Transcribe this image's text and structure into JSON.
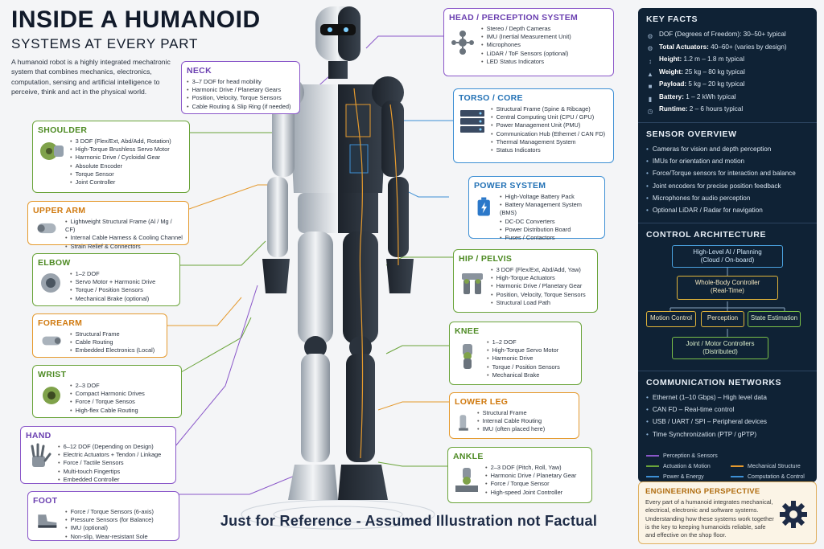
{
  "header": {
    "title": "INSIDE A HUMANOID",
    "subtitle": "SYSTEMS AT EVERY PART",
    "intro": "A humanoid robot is a highly integrated mechatronic system that combines mechanics, electronics, computation, sensing and artificial intelligence to perceive, think and act in the physical world."
  },
  "left_cards": [
    {
      "title": "NECK",
      "items": [
        "3–7 DOF for head mobility",
        "Harmonic Drive / Planetary Gears",
        "Position, Velocity, Torque Sensors",
        "Cable Routing & Slip Ring (if needed)"
      ]
    },
    {
      "title": "SHOULDER",
      "items": [
        "3 DOF (Flex/Ext, Abd/Add, Rotation)",
        "High-Torque Brushless Servo Motor",
        "Harmonic Drive / Cycloidal Gear",
        "Absolute Encoder",
        "Torque Sensor",
        "Joint Controller"
      ]
    },
    {
      "title": "UPPER ARM",
      "items": [
        "Lightweight Structural Frame (Al / Mg / CF)",
        "Internal Cable Harness & Cooling Channel",
        "Strain Relief & Connectors"
      ]
    },
    {
      "title": "ELBOW",
      "items": [
        "1–2 DOF",
        "Servo Motor + Harmonic Drive",
        "Torque / Position Sensors",
        "Mechanical Brake (optional)"
      ]
    },
    {
      "title": "FOREARM",
      "items": [
        "Structural Frame",
        "Cable Routing",
        "Embedded Electronics (Local)"
      ]
    },
    {
      "title": "WRIST",
      "items": [
        "2–3 DOF",
        "Compact Harmonic Drives",
        "Force / Torque Sensos",
        "High-flex Cable Routing"
      ]
    },
    {
      "title": "HAND",
      "items": [
        "6–12 DOF (Depending on Design)",
        "Electric Actuators + Tendon / Linkage",
        "Force / Tactile Sensors",
        "Multi-touch Fingertips",
        "Embedded Controller"
      ]
    },
    {
      "title": "FOOT",
      "items": [
        "Force / Torque Sensors (6-axis)",
        "Pressure Sensors (for Balance)",
        "IMU (optional)",
        "Non-slip, Wear-resistant Sole"
      ]
    }
  ],
  "right_cards": [
    {
      "title": "HEAD / PERCEPTION SYSTEM",
      "items": [
        "Stereo / Depth Cameras",
        "IMU (Inertial Measurement Unit)",
        "Microphones",
        "LiDAR / ToF Sensors (optional)",
        "LED Status Indicators"
      ]
    },
    {
      "title": "TORSO / CORE",
      "items": [
        "Structural Frame (Spine & Ribcage)",
        "Central Computing Unit (CPU / GPU)",
        "Power Management Unit (PMU)",
        "Communication Hub (Ethernet / CAN FD)",
        "Thermal Management System",
        "Status Indicators"
      ]
    },
    {
      "title": "POWER SYSTEM",
      "items": [
        "High-Voltage Battery Pack",
        "Battery Management System (BMS)",
        "DC-DC Converters",
        "Power Distribution Board",
        "Fuses / Contactors"
      ]
    },
    {
      "title": "HIP / PELVIS",
      "items": [
        "3 DOF (Flex/Ext, Abd/Add, Yaw)",
        "High-Torque Actuators",
        "Harmonic Drive / Planetary Gear",
        "Position, Velocity, Torque Sensors",
        "Structural Load Path"
      ]
    },
    {
      "title": "KNEE",
      "items": [
        "1–2 DOF",
        "High-Torque Servo Motor",
        "Harmonic Drive",
        "Torque / Position Sensors",
        "Mechanical Brake"
      ]
    },
    {
      "title": "LOWER LEG",
      "items": [
        "Structural Frame",
        "Internal Cable Routing",
        "IMU (often placed here)"
      ]
    },
    {
      "title": "ANKLE",
      "items": [
        "2–3 DOF (Pitch, Roll, Yaw)",
        "Harmonic Drive / Planetary Gear",
        "Force / Torque Sensor",
        "High-speed Joint Controller"
      ]
    }
  ],
  "key_facts": {
    "title": "KEY FACTS",
    "items": [
      {
        "label": "DOF (Degrees of Freedom):",
        "value": "30–50+ typical"
      },
      {
        "label": "Total Actuators:",
        "value": "40–60+ (varies by design)"
      },
      {
        "label": "Height:",
        "value": "1.2 m – 1.8 m typical"
      },
      {
        "label": "Weight:",
        "value": "25 kg – 80 kg typical"
      },
      {
        "label": "Payload:",
        "value": "5 kg – 20 kg typical"
      },
      {
        "label": "Battery:",
        "value": "1 – 2 kWh typical"
      },
      {
        "label": "Runtime:",
        "value": "2 – 6 hours typical"
      }
    ]
  },
  "sensor_overview": {
    "title": "SENSOR OVERVIEW",
    "items": [
      "Cameras for vision and depth perception",
      "IMUs for orientation and motion",
      "Force/Torque sensors for interaction and balance",
      "Joint encoders for precise position feedback",
      "Microphones for audio perception",
      "Optional LiDAR / Radar for navigation"
    ]
  },
  "control_architecture": {
    "title": "CONTROL ARCHITECTURE",
    "top": "High-Level AI / Planning\n(Cloud / On-board)",
    "mid": "Whole-Body Controller\n(Real-Time)",
    "row": [
      "Motion Control",
      "Perception",
      "State Estimation"
    ],
    "bottom": "Joint / Motor Controllers\n(Distributed)"
  },
  "communication": {
    "title": "COMMUNICATION NETWORKS",
    "items": [
      "Ethernet (1–10 Gbps) – High level data",
      "CAN FD – Real-time control",
      "USB / UART / SPI – Peripheral devices",
      "Time Synchronization (PTP / gPTP)"
    ]
  },
  "legend": [
    {
      "label": "Perception & Sensors",
      "color": "#8a57c9"
    },
    {
      "label": "Mechanical Structure",
      "color": "#e59a2e"
    },
    {
      "label": "Actuation & Motion",
      "color": "#6aa43a"
    },
    {
      "label": "Computation & Control",
      "color": "#3d8fd4"
    },
    {
      "label": "Power & Energy",
      "color": "#3d8fd4"
    }
  ],
  "engineering": {
    "title": "ENGINEERING PERSPECTIVE",
    "text": "Every part of a humanoid integrates mechanical, electrical, electronic and software systems. Understanding how these systems work together is the key to keeping humanoids reliable, safe and effective on the shop floor."
  },
  "disclaimer": "Just for Reference - Assumed Illustration not Factual"
}
